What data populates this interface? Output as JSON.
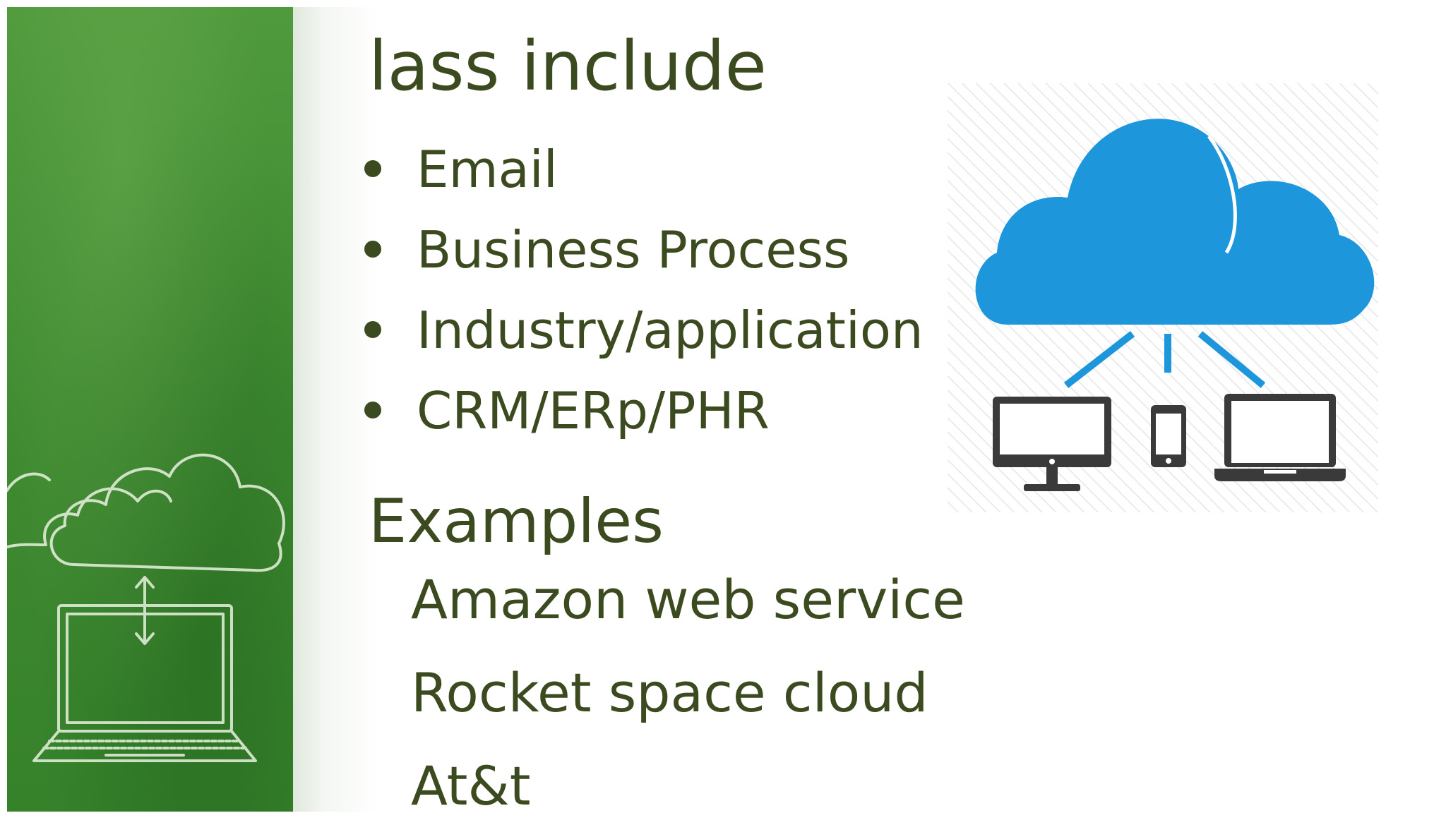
{
  "slide": {
    "title": "lass include",
    "bullets": [
      "Email",
      "Business Process",
      "Industry/application",
      "CRM/ERp/PHR"
    ],
    "examples_heading": "Examples",
    "examples": [
      "Amazon web service",
      "Rocket space cloud",
      "At&t"
    ]
  },
  "colors": {
    "text": "#3b4a1f",
    "panel_green": "#3f8a31",
    "cloud_blue": "#1e96dc",
    "device_gray": "#3a3a3a"
  },
  "icons": {
    "side_panel": [
      "chalk-cloud-icon",
      "chalk-laptop-icon",
      "double-arrow-icon"
    ],
    "illustration": [
      "cloud-icon",
      "monitor-icon",
      "smartphone-icon",
      "laptop-icon"
    ]
  }
}
